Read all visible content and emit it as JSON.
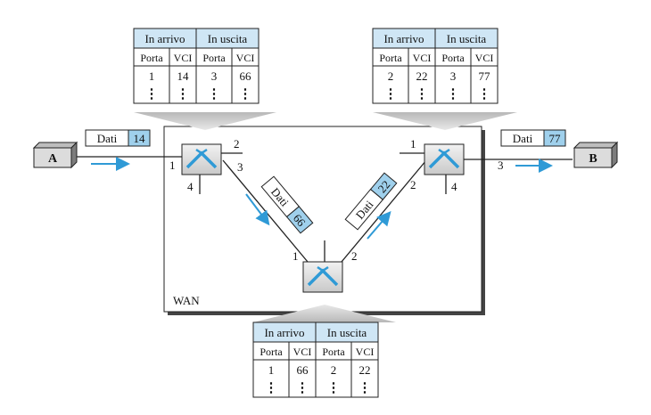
{
  "tables": {
    "left": {
      "headers": [
        "In arrivo",
        "In uscita"
      ],
      "subheaders": [
        "Porta",
        "VCI",
        "Porta",
        "VCI"
      ],
      "row": [
        "1",
        "14",
        "3",
        "66"
      ]
    },
    "right": {
      "headers": [
        "In arrivo",
        "In uscita"
      ],
      "subheaders": [
        "Porta",
        "VCI",
        "Porta",
        "VCI"
      ],
      "row": [
        "2",
        "22",
        "3",
        "77"
      ]
    },
    "bottom": {
      "headers": [
        "In arrivo",
        "In uscita"
      ],
      "subheaders": [
        "Porta",
        "VCI",
        "Porta",
        "VCI"
      ],
      "row": [
        "1",
        "66",
        "2",
        "22"
      ]
    },
    "ellipsis": "⋮"
  },
  "hosts": {
    "a": "A",
    "b": "B"
  },
  "wan_label": "WAN",
  "frames": {
    "f1": {
      "label": "Dati",
      "vci": "14"
    },
    "f2": {
      "label": "Dati",
      "vci": "66"
    },
    "f3": {
      "label": "Dati",
      "vci": "22"
    },
    "f4": {
      "label": "Dati",
      "vci": "77"
    }
  },
  "ports": {
    "left": {
      "p1": "1",
      "p2": "2",
      "p3": "3",
      "p4": "4"
    },
    "right": {
      "p1": "1",
      "p2": "2",
      "p3": "3",
      "p4": "4"
    },
    "bottom": {
      "p1": "1",
      "p2": "2"
    }
  },
  "colors": {
    "header_fill": "#cfe6f5",
    "vci_fill": "#9fd0ec",
    "arrow": "#2f9ad6"
  }
}
